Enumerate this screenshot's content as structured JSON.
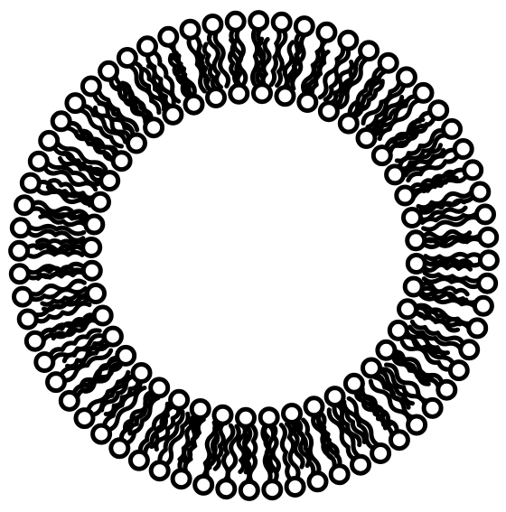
{
  "diagram": {
    "kind": "lipid-bilayer-vesicle",
    "style": "black line drawing on white background",
    "stroke_color": "#000000",
    "fill_color": "#ffffff",
    "background": "#ffffff",
    "leaflets": [
      {
        "name": "outer-leaflet",
        "molecule_count": 64,
        "head_orientation": "outward"
      },
      {
        "name": "inner-leaflet",
        "molecule_count": 44,
        "head_orientation": "inward"
      }
    ],
    "molecule_shape": "circular head with two wavy tails",
    "text_labels": []
  }
}
